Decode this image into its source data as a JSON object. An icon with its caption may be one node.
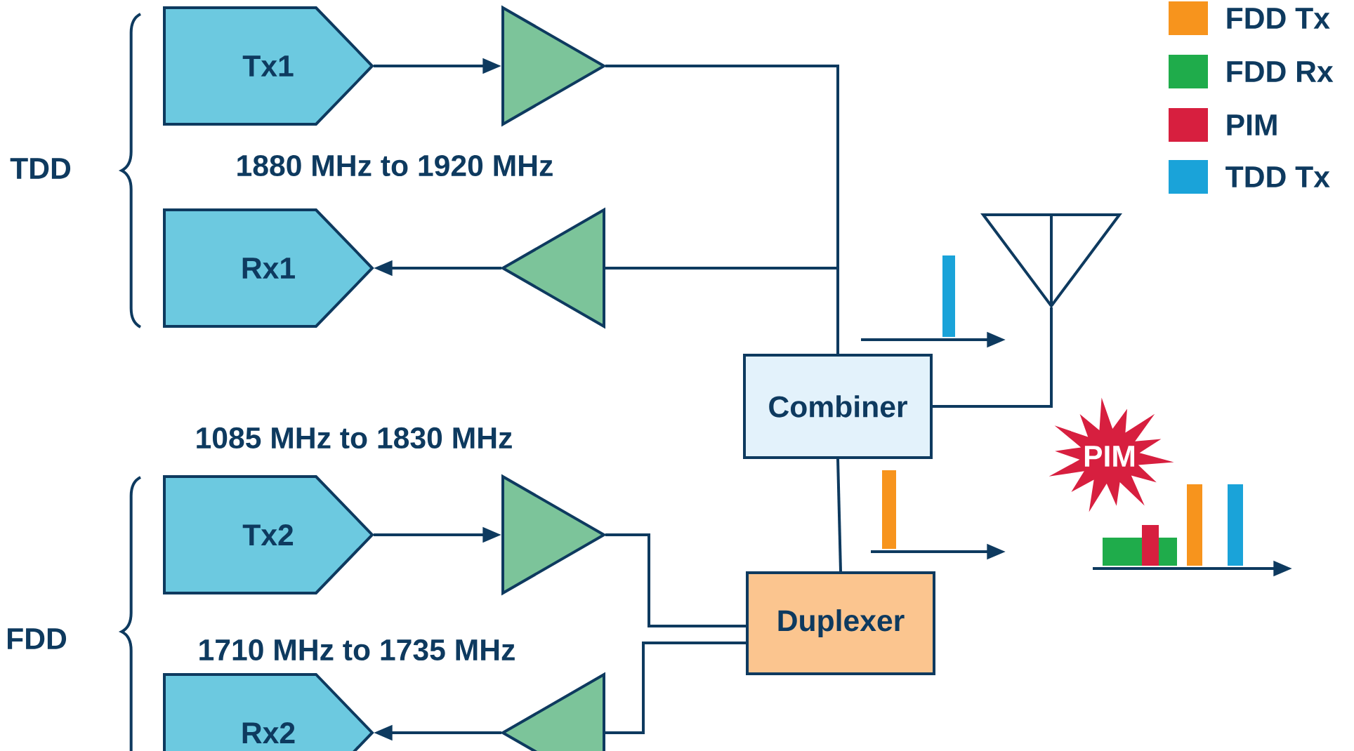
{
  "diagram": {
    "nodes": [
      {
        "text": [
          "Tx1"
        ]
      },
      {
        "text": [],
        "shape": "triangle"
      },
      {
        "text": [
          "Rx1"
        ]
      },
      {
        "text": [],
        "shape": "triangle"
      },
      {
        "text": [
          "Combiner"
        ]
      },
      {
        "text": [
          "Tx2"
        ]
      },
      {
        "text": [],
        "shape": "triangle"
      },
      {
        "text": [
          "Duplexer"
        ]
      },
      {
        "text": [
          "Rx2"
        ]
      },
      {
        "text": [],
        "shape": "triangle"
      },
      {
        "text": [],
        "shape": "antenna"
      },
      {
        "text": [
          "PIM"
        ]
      }
    ],
    "edges": [
      {
        "from": 0,
        "to": 1,
        "arrow": "to"
      },
      {
        "from": 1,
        "to": 4,
        "arrow": "none"
      },
      {
        "from": 4,
        "to": 3,
        "arrow": "none"
      },
      {
        "from": 3,
        "to": 2,
        "arrow": "to"
      },
      {
        "from": 5,
        "to": 6,
        "arrow": "to"
      },
      {
        "from": 6,
        "to": 7,
        "arrow": "none"
      },
      {
        "from": 7,
        "to": 9,
        "arrow": "none"
      },
      {
        "from": 9,
        "to": 8,
        "arrow": "to"
      },
      {
        "from": 4,
        "to": 7,
        "arrow": "none"
      },
      {
        "from": 4,
        "to": 10,
        "arrow": "none"
      }
    ],
    "labels": [
      "TDD",
      "1880 MHz to 1920 MHz",
      "1085 MHz to 1830 MHz",
      "FDD",
      "1710 MHz to 1735 MHz"
    ],
    "legend": [
      {
        "text": "FDD Tx",
        "color": "#f7941d"
      },
      {
        "text": "FDD Rx",
        "color": "#1fac4b"
      },
      {
        "text": "PIM",
        "color": "#d71f3f"
      },
      {
        "text": "TDD Tx",
        "color": "#1aa3d9"
      }
    ]
  }
}
